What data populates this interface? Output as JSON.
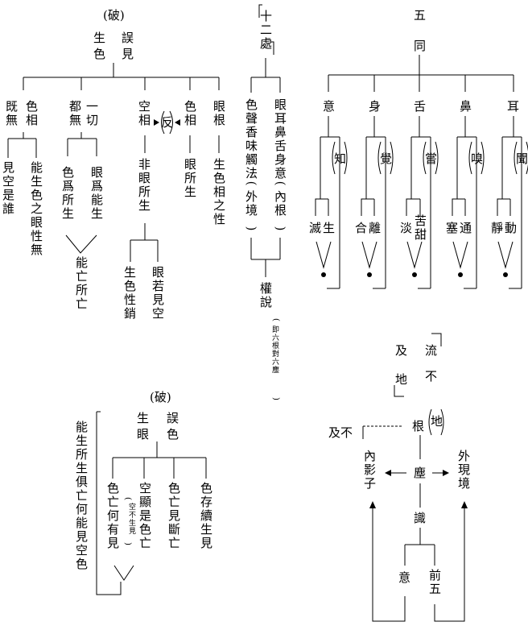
{
  "top_left": {
    "heading": "(破)",
    "left_top": "生",
    "right_top": "誤",
    "left_bottom": "色",
    "right_bottom": "見",
    "branches": [
      {
        "a": "既無",
        "b": "色相",
        "sub_a": "見空是誰",
        "sub_b": "能生色之眼性無"
      },
      {
        "a": "都無",
        "b": "一切",
        "sub_a": "色爲所生",
        "sub_b": "眼爲能生",
        "merge": "能亡所亡"
      },
      {
        "a": "空相",
        "fan": "反",
        "b": "非眼所生",
        "sub_a": "生色性銷",
        "sub_b": "眼若見空"
      },
      {
        "a": "色相",
        "b": "眼所生"
      },
      {
        "a": "眼根",
        "b": "生色相之性"
      }
    ]
  },
  "middle": {
    "title": "十二處",
    "left_col": "色聲香味觸法",
    "left_paren": "外境",
    "right_col": "眼耳鼻舌身意",
    "right_paren": "內根",
    "bottom": "權說",
    "bottom_note": "即六根對六塵"
  },
  "top_right": {
    "title_top": "五",
    "title_bottom": "同",
    "senses": [
      {
        "root": "意",
        "func": "知",
        "pair": [
          "滅",
          "生"
        ]
      },
      {
        "root": "身",
        "func": "覺",
        "pair": [
          "合",
          "離"
        ]
      },
      {
        "root": "舌",
        "func": "嘗",
        "pair": [
          "淡",
          "苦甜"
        ]
      },
      {
        "root": "鼻",
        "func": "嗅",
        "pair": [
          "塞",
          "通"
        ]
      },
      {
        "root": "耳",
        "func": "聞",
        "pair": [
          "靜",
          "動"
        ]
      }
    ]
  },
  "bottom_left": {
    "heading": "(破)",
    "left_top": "生",
    "right_top": "誤",
    "left_bottom": "眼",
    "right_bottom": "色",
    "side": "能生所生俱亡何能見空色",
    "branches": [
      "色亡何有見",
      "空顯是色亡",
      "色亡見斷亡",
      "色存續生見"
    ],
    "note": "空不生見"
  },
  "bottom_right": {
    "flow": "流",
    "bu": "不",
    "ji": "及",
    "di": "地",
    "ji_bu": "及不",
    "gen": "根",
    "di_paren": "地",
    "inner": "內影子",
    "outer": "外現境",
    "chen": "塵",
    "shi": "識",
    "yi": "意",
    "qian_wu": "前五"
  }
}
